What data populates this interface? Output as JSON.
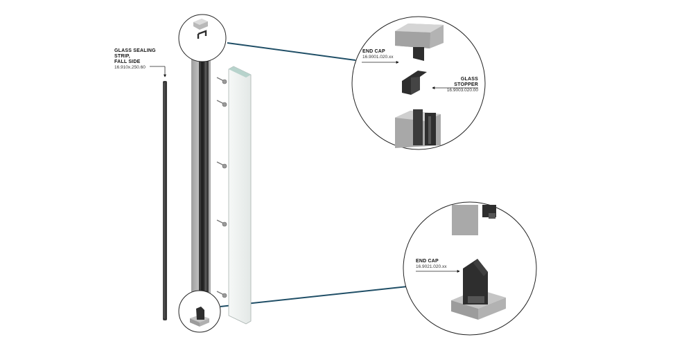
{
  "labels": {
    "sealing_strip": {
      "name_line1": "GLASS SEALING STRIP,",
      "name_line2": "FALL SIDE",
      "code": "16.910x.250.60"
    },
    "end_cap_top": {
      "name": "END CAP",
      "code": "16.9001.020.xx"
    },
    "glass_stopper": {
      "name": "GLASS STOPPER",
      "code": "16.9003.020.00"
    },
    "end_cap_bottom": {
      "name": "END CAP",
      "code": "16.9021.020.xx"
    }
  },
  "colors": {
    "leader_blue": "#1f4e66",
    "aluminium": "#b9b9b9",
    "dark_part": "#2e2e2e",
    "glass": "#e9eeec"
  }
}
